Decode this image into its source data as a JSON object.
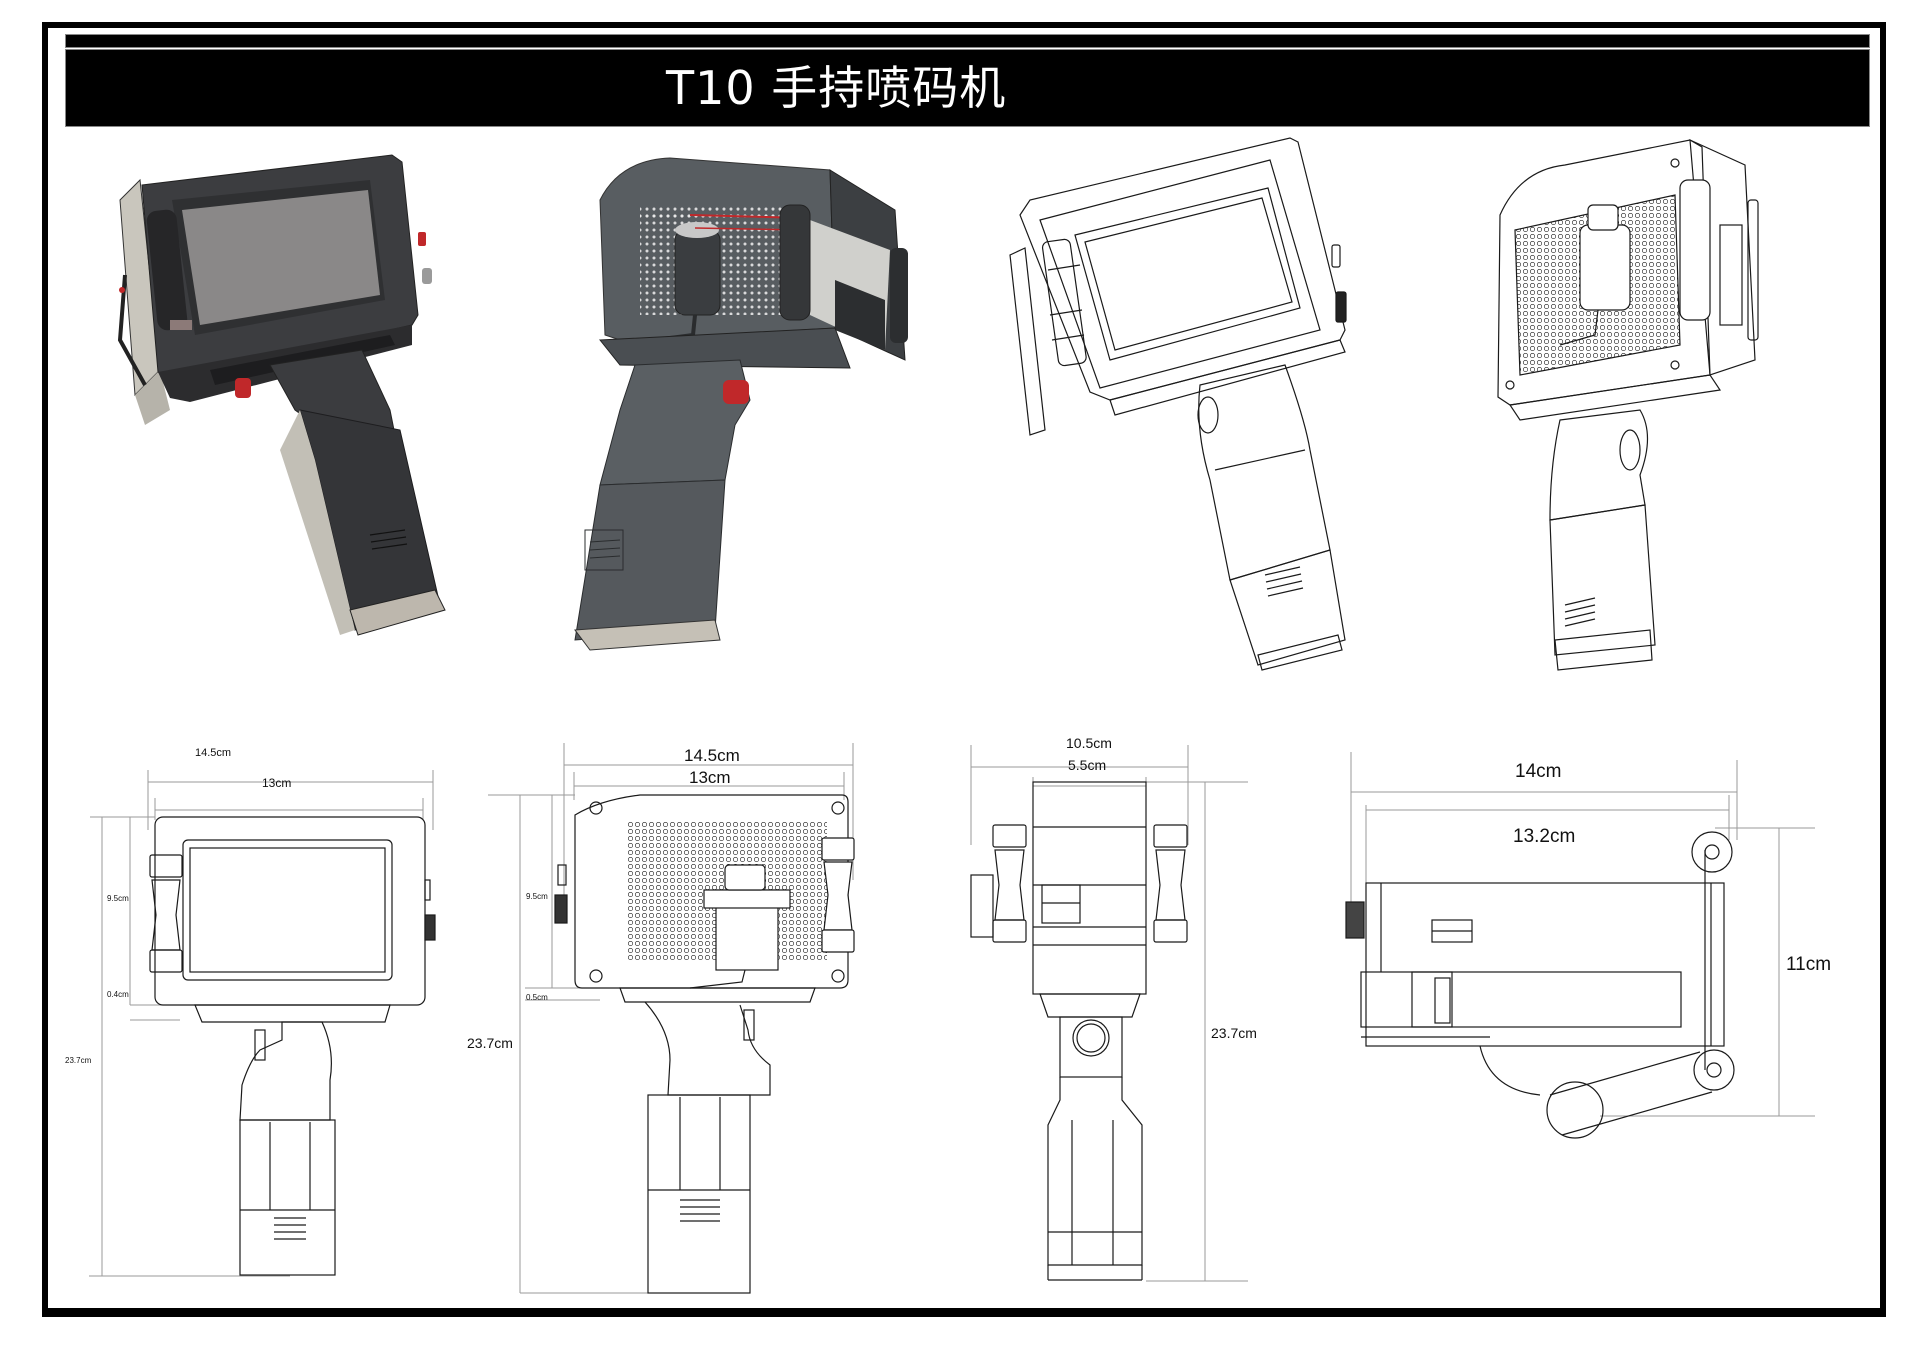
{
  "title": "T10 手持喷码机",
  "colors": {
    "frame": "#000000",
    "title_bar": "#000000",
    "title_text": "#ffffff",
    "body_dark": "#3a3b3d",
    "body_grey": "#5a5f63",
    "screen": "#8a8888",
    "accent_red": "#c0282a",
    "line_art": "#1a1a1a",
    "dim_line": "#9a9a9a"
  },
  "renders": [
    {
      "id": "render-front-3d",
      "style": "shaded",
      "view": "front-left isometric (screen side)"
    },
    {
      "id": "render-back-3d",
      "style": "shaded",
      "view": "rear isometric (nozzle/roller side)"
    },
    {
      "id": "render-front-lineart",
      "style": "line-art",
      "view": "front-left isometric (screen side)"
    },
    {
      "id": "render-back-lineart",
      "style": "line-art",
      "view": "rear isometric (nozzle/roller side)"
    }
  ],
  "dimension_views": [
    {
      "name": "front-view",
      "overall_width": "14.5cm",
      "body_width": "13cm",
      "body_height": "9.5cm",
      "gap_height": "0.4cm",
      "total_height": "23.7cm"
    },
    {
      "name": "rear-view",
      "overall_width": "14.5cm",
      "body_width": "13cm",
      "body_height": "9.5cm",
      "gap_height": "0.5cm",
      "total_height": "23.7cm"
    },
    {
      "name": "side-view",
      "overall_width": "10.5cm",
      "body_width": "5.5cm",
      "total_height": "23.7cm"
    },
    {
      "name": "top-view",
      "overall_width": "14cm",
      "body_width": "13.2cm",
      "depth": "11cm"
    }
  ]
}
